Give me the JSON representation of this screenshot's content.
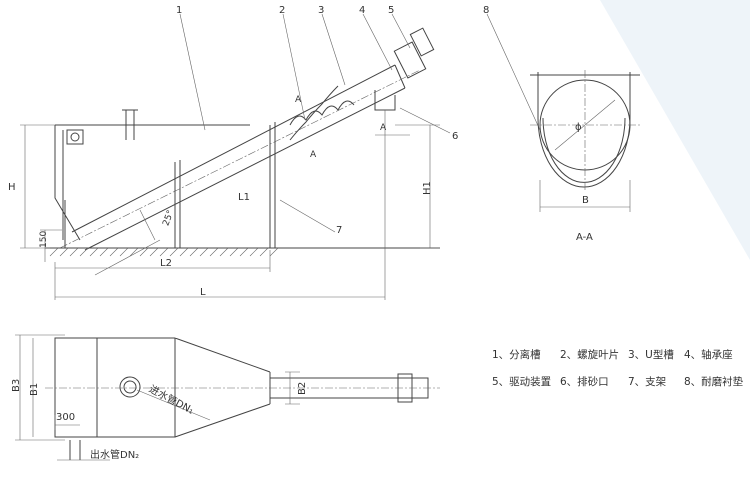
{
  "callouts": [
    "1",
    "2",
    "3",
    "4",
    "5",
    "6",
    "7",
    "8"
  ],
  "dimensions": {
    "H": "H",
    "H1": "H1",
    "L": "L",
    "L1": "L1",
    "L2": "L2",
    "h150": "150",
    "angle": "25°",
    "A": "A",
    "B": "B",
    "B1": "B1",
    "B2": "B2",
    "B3": "B3",
    "d300": "300",
    "phi": "ϕ"
  },
  "section_label": "A-A",
  "pipes": {
    "inlet": "进水管DN₁",
    "outlet": "出水管DN₂"
  },
  "legend": [
    "1、分离槽",
    "2、螺旋叶片",
    "3、U型槽",
    "4、轴承座",
    "5、驱动装置",
    "6、排砂口",
    "7、支架",
    "8、耐磨衬垫"
  ]
}
